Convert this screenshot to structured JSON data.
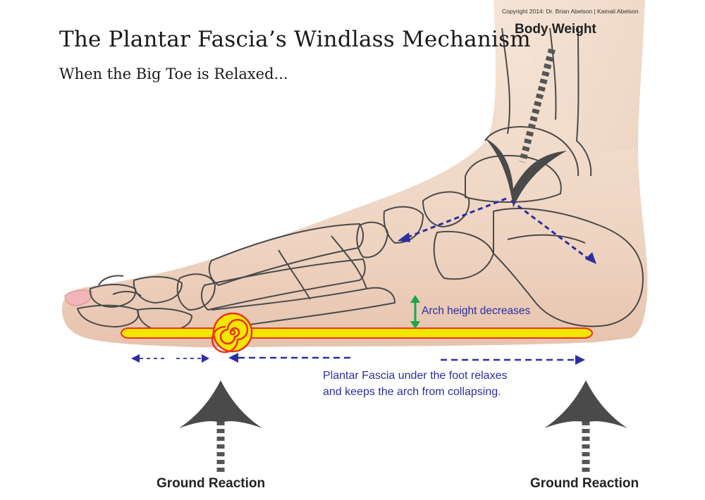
{
  "title": "The Plantar Fascia’s Windlass Mechanism",
  "subtitle": "When the Big Toe is Relaxed...",
  "copyright": "Copyright 2014: Dr. Brian Abelson | Kamali Abelson",
  "labels": {
    "body_weight": "Body Weight",
    "arch_height": "Arch height decreases",
    "plantar_fascia_line1": "Plantar Fascia under the foot relaxes",
    "plantar_fascia_line2": "and keeps the arch from  collapsing.",
    "ground_reaction_left": "Ground Reaction",
    "ground_reaction_right": "Ground Reaction"
  },
  "icons": {
    "windlass": "windlass-spiral-icon",
    "force_arrow": "chevron-arrow-icon"
  },
  "colors": {
    "skin": "#f1d9c6",
    "bone_outline": "#4a4a4a",
    "fascia_band": "#f5e600",
    "fascia_outline": "#e8341c",
    "annotation_blue": "#2b2fa0",
    "arch_green": "#1aa84a",
    "force_gray": "#555555"
  }
}
